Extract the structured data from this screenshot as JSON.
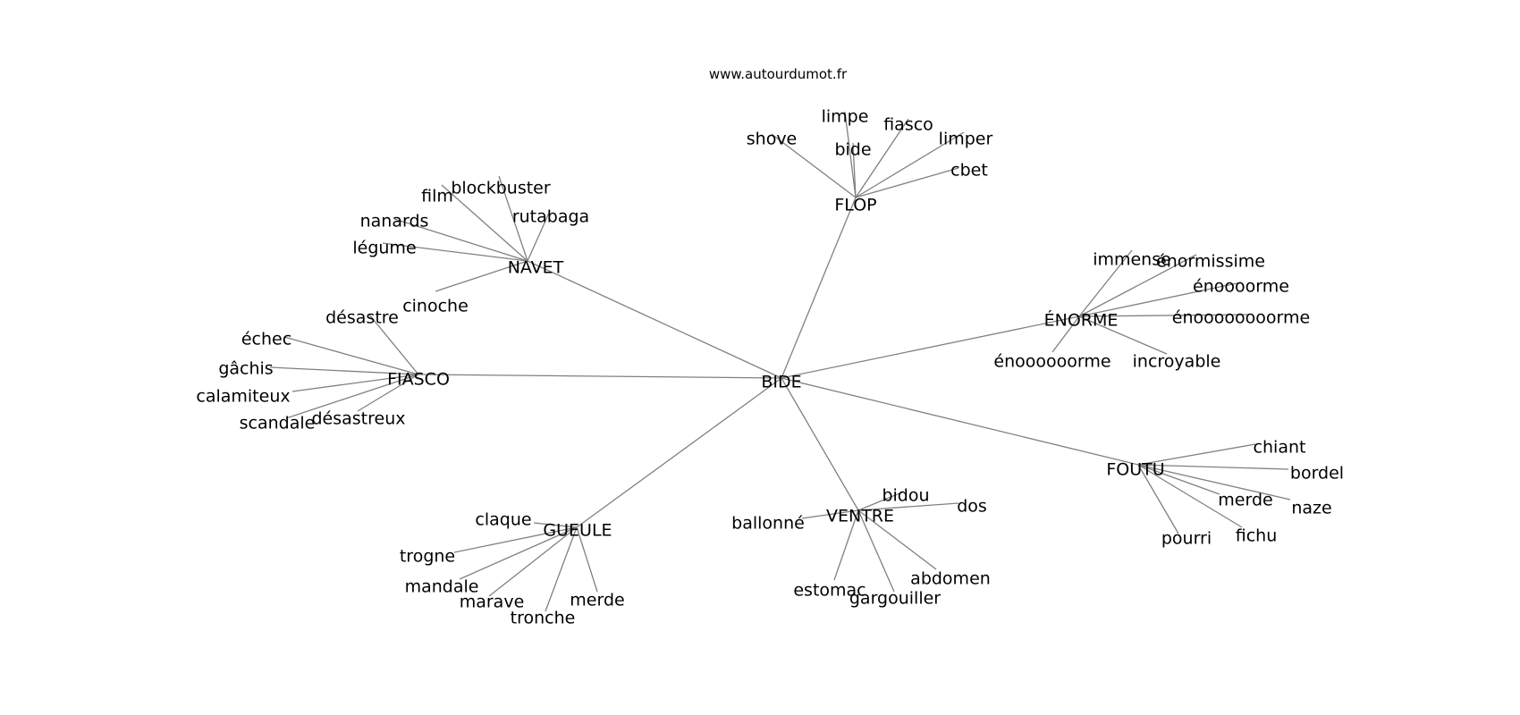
{
  "source_label": "www.autourdumot.fr",
  "root": "BIDE",
  "colors": {
    "edge": "#808080",
    "text": "#000000",
    "background": "#ffffff"
  },
  "clusters": [
    {
      "hub": "FLOP",
      "words": [
        "shove",
        "limpe",
        "bide",
        "fiasco",
        "limper",
        "cbet"
      ]
    },
    {
      "hub": "NAVET",
      "words": [
        "blockbuster",
        "film",
        "rutabaga",
        "nanards",
        "légume",
        "cinoche"
      ]
    },
    {
      "hub": "FIASCO",
      "words": [
        "désastre",
        "échec",
        "gâchis",
        "calamiteux",
        "scandale",
        "désastreux"
      ]
    },
    {
      "hub": "ÉNORME",
      "words": [
        "immense",
        "énormissime",
        "énoooorme",
        "énoooooooorme",
        "énoooooorme",
        "incroyable"
      ]
    },
    {
      "hub": "FOUTU",
      "words": [
        "chiant",
        "bordel",
        "merde",
        "naze",
        "fichu",
        "pourri"
      ]
    },
    {
      "hub": "VENTRE",
      "words": [
        "bidou",
        "dos",
        "ballonné",
        "estomac",
        "gargouiller",
        "abdomen"
      ]
    },
    {
      "hub": "GUEULE",
      "words": [
        "claque",
        "trogne",
        "mandale",
        "marave",
        "tronche",
        "merde"
      ]
    }
  ]
}
